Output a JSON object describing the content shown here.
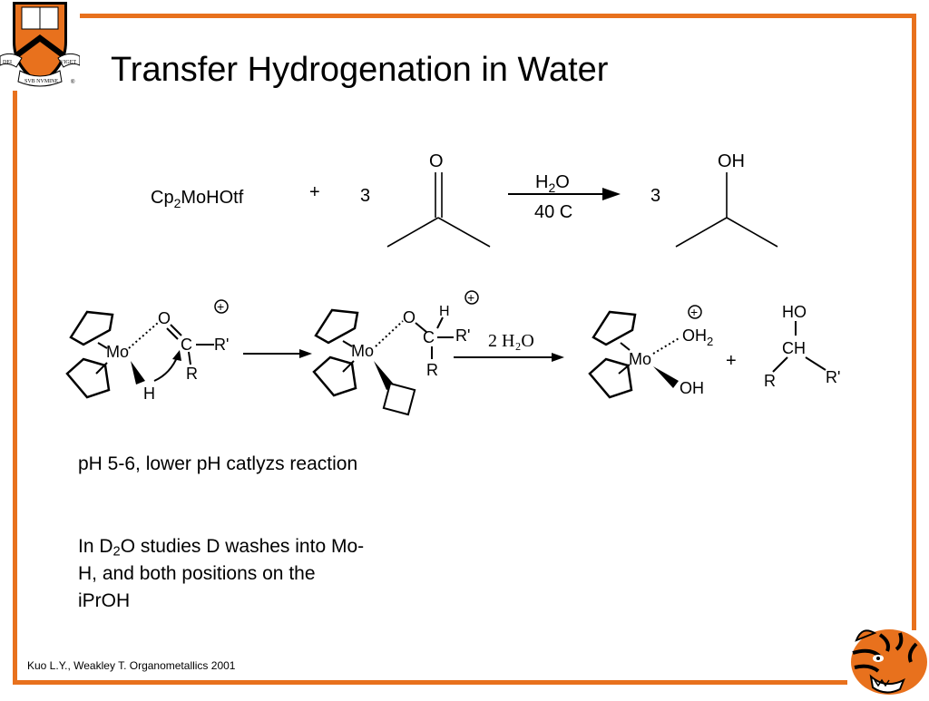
{
  "slide": {
    "title": "Transfer Hydrogenation in Water",
    "citation": "Kuo L.Y., Weakley T. Organometallics 2001"
  },
  "logo": {
    "shield_text": [
      "DEI",
      "SVB NVMINE",
      "VIGET"
    ],
    "registered": "®"
  },
  "overall_reaction": {
    "reagent_main": "Cp",
    "reagent_sub": "2",
    "reagent_rest": "MoHOtf",
    "plus": "+",
    "coef_left": "3",
    "ketone_oxygen": "O",
    "cond_top_main": "H",
    "cond_top_sub": "2",
    "cond_top_rest": "O",
    "cond_bottom": "40 C",
    "coef_right": "3",
    "alcohol_oh": "OH"
  },
  "mechanism": {
    "s1": {
      "charge": "+",
      "o": "O",
      "c": "C",
      "r_prime": "R'",
      "mo": "Mo",
      "r": "R",
      "h": "H"
    },
    "s2": {
      "charge": "+",
      "o": "O",
      "h": "H",
      "c": "C",
      "r_prime": "R'",
      "mo": "Mo",
      "r": "R"
    },
    "arrow_label": "2 H₂O",
    "s3": {
      "charge": "+",
      "oh2_main": "OH",
      "oh2_sub": "2",
      "mo": "Mo",
      "oh": "OH"
    },
    "plus": "+",
    "alcohol": {
      "ho": "HO",
      "ch": "CH",
      "r": "R",
      "r_prime": "R'"
    }
  },
  "notes": {
    "ph_note": "pH 5-6, lower pH catlyzs reaction",
    "d2o_pre": "In D",
    "d2o_sub": "2",
    "d2o_post": "O studies D washes into Mo-H, and both positions on the iPrOH"
  },
  "colors": {
    "frame": "#e8711d",
    "shield_orange": "#e8711d",
    "ink": "#000000"
  }
}
